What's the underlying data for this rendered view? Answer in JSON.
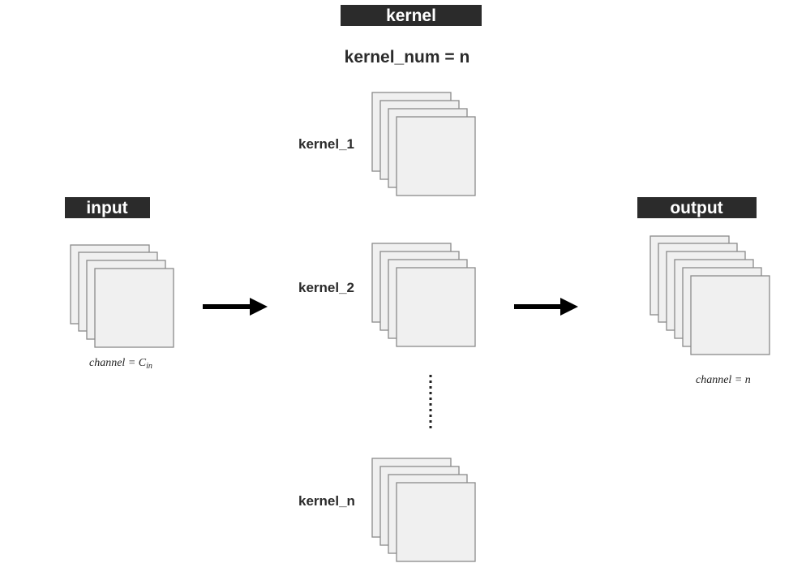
{
  "kernel_section": {
    "header": "kernel",
    "count_label": "kernel_num = n",
    "items": [
      "kernel_1",
      "kernel_2",
      "kernel_n"
    ]
  },
  "input_section": {
    "header": "input",
    "caption_var": "channel = C",
    "caption_sub": "in"
  },
  "output_section": {
    "header": "output",
    "caption": "channel = n"
  },
  "colors": {
    "header_bar": "#2b2b2b",
    "sheet_fill": "#f0f0f0",
    "sheet_stroke": "#8a8a8a",
    "arrow": "#000000",
    "text": "#2b2b2b"
  },
  "icons": {
    "flow_arrow": "right-arrow-icon",
    "continuation": "vertical-dots-icon"
  }
}
